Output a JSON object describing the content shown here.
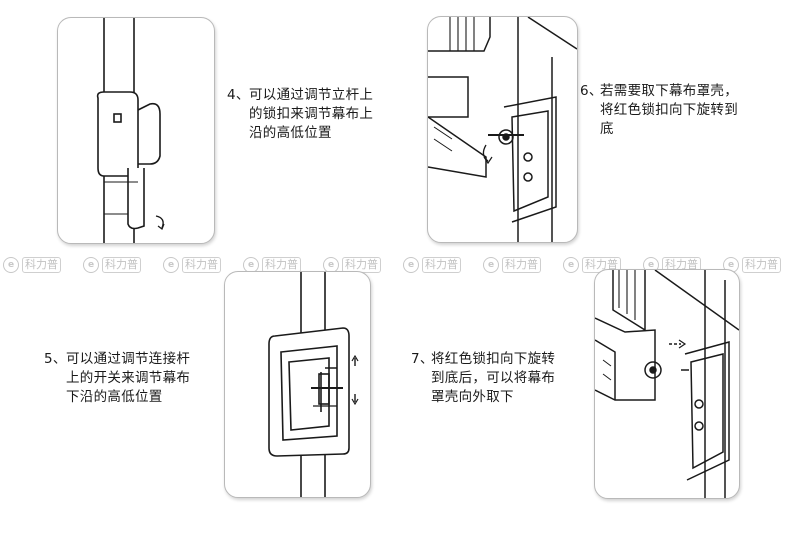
{
  "steps": {
    "s4": {
      "num": "4、",
      "lines": [
        "可以通过调节立杆上",
        "的锁扣来调节幕布上",
        "沿的高低位置"
      ]
    },
    "s5": {
      "num": "5、",
      "lines": [
        "可以通过调节连接杆",
        "上的开关来调节幕布",
        "下沿的高低位置"
      ]
    },
    "s6": {
      "num": "6、",
      "lines": [
        "若需要取下幕布罩壳，",
        "将红色锁扣向下旋转到",
        "底"
      ]
    },
    "s7": {
      "num": "7、",
      "lines": [
        "将红色锁扣向下旋转",
        "到底后，可以将幕布",
        "罩壳向外取下"
      ]
    }
  },
  "watermark": {
    "text": "科力普",
    "icon": "leaf-logo-icon",
    "count": 10
  },
  "colors": {
    "line": "#1a1a1a",
    "panel_border": "#b9b9b9",
    "watermark": "#9c9c9c"
  }
}
